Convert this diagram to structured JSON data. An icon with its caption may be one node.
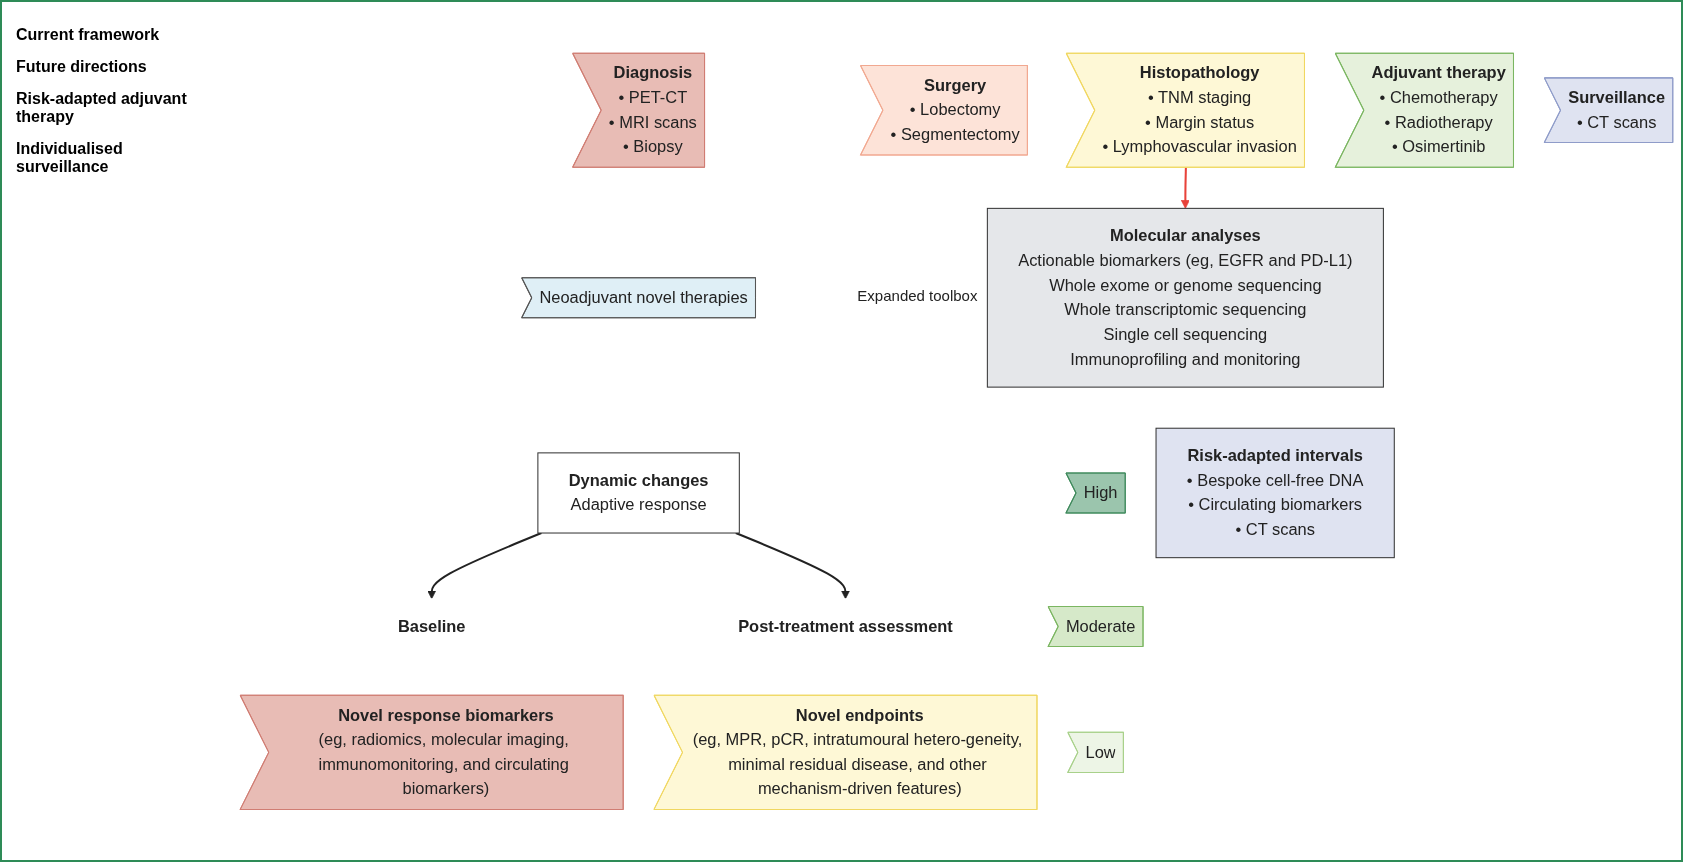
{
  "diagram": {
    "nodes": [
      {
        "text": [
          "Diagnosis",
          "• PET-CT",
          "• MRI scans",
          "• Biopsy"
        ]
      },
      {
        "text": [
          "Surgery",
          "• Lobectomy",
          "• Segmentectomy"
        ]
      },
      {
        "text": [
          "Histopathology",
          "• TNM staging",
          "• Margin status",
          "• Lymphovascular invasion"
        ]
      },
      {
        "text": [
          "Adjuvant therapy",
          "• Chemotherapy",
          "• Radiotherapy",
          "• Osimertinib"
        ]
      },
      {
        "text": [
          "Surveillance",
          "• CT scans"
        ]
      },
      {
        "text": [
          "Molecular analyses",
          "Actionable biomarkers (eg, EGFR and PD-L1)",
          "Whole exome or genome sequencing",
          "Whole transcriptomic sequencing",
          "Single cell sequencing",
          "Immunoprofiling and monitoring"
        ],
        "beside": [
          "Expanded toolbox"
        ]
      },
      {
        "text": [
          "Neoadjuvant novel therapies"
        ]
      },
      {
        "text": [
          "Baseline"
        ]
      },
      {
        "text": [
          "Dynamic changes",
          "Adaptive response"
        ]
      },
      {
        "text": [
          "Post-treatment assessment"
        ]
      },
      {
        "text": [
          "Novel response biomarkers",
          "(eg, radiomics, molecular imaging, immunomonitoring, and circulating biomarkers)"
        ]
      },
      {
        "text": [
          "Novel endpoints",
          "(eg, MPR, pCR, intratumoural hetero-geneity, minimal residual disease, and other mechanism-driven features)"
        ]
      },
      {
        "text": [
          "High"
        ]
      },
      {
        "text": [
          "Moderate"
        ]
      },
      {
        "text": [
          "Low"
        ]
      },
      {
        "text": [
          "Risk-adapted intervals",
          "• Bespoke cell-free DNA",
          "• Circulating biomarkers",
          "• CT scans"
        ]
      }
    ],
    "edges": [
      {
        "from": 2,
        "to": 5,
        "arrow": "to",
        "color": "#e8423a"
      },
      {
        "from": 8,
        "to": 7,
        "arrow": "to"
      },
      {
        "from": 8,
        "to": 9,
        "arrow": "to"
      }
    ],
    "labels": [
      "Current framework",
      "Future directions",
      "Risk-adapted adjuvant therapy",
      "Individualised surveillance"
    ]
  }
}
